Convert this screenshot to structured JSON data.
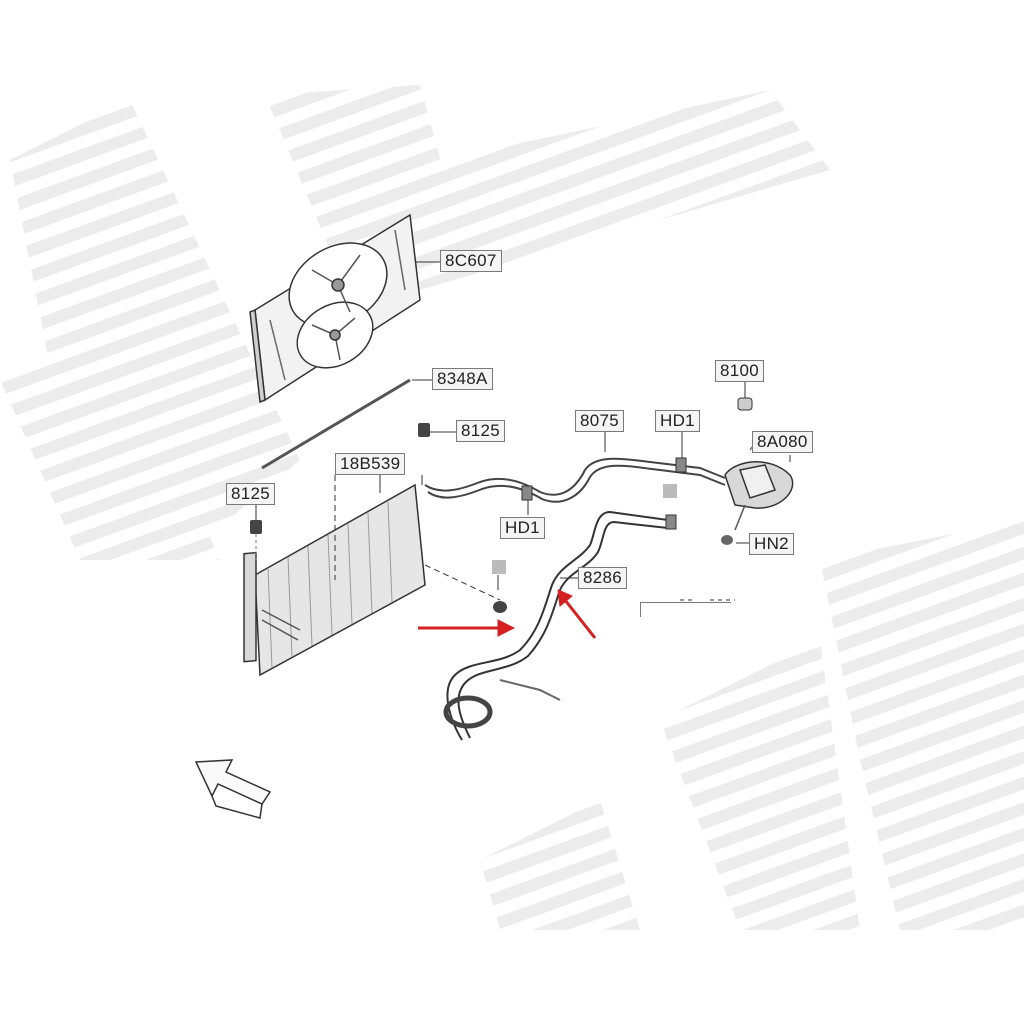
{
  "diagram": {
    "accent_arrow_color": "#d42020",
    "line_color": "#333333",
    "watermark_color": "#e6e6e6"
  },
  "labels": {
    "fan_shroud": "8C607",
    "seal_strip": "8348A",
    "bracket_upper": "8125",
    "bracket_left": "8125",
    "radiator": "18B539",
    "hose_upper": "8075",
    "clip_upper": "HD1",
    "clip_lower": "HD1",
    "cap": "8100",
    "reservoir": "8A080",
    "bolt": "HN2",
    "hose_lower": "8286"
  },
  "icons": {
    "orientation": "front-direction-arrow-icon"
  }
}
